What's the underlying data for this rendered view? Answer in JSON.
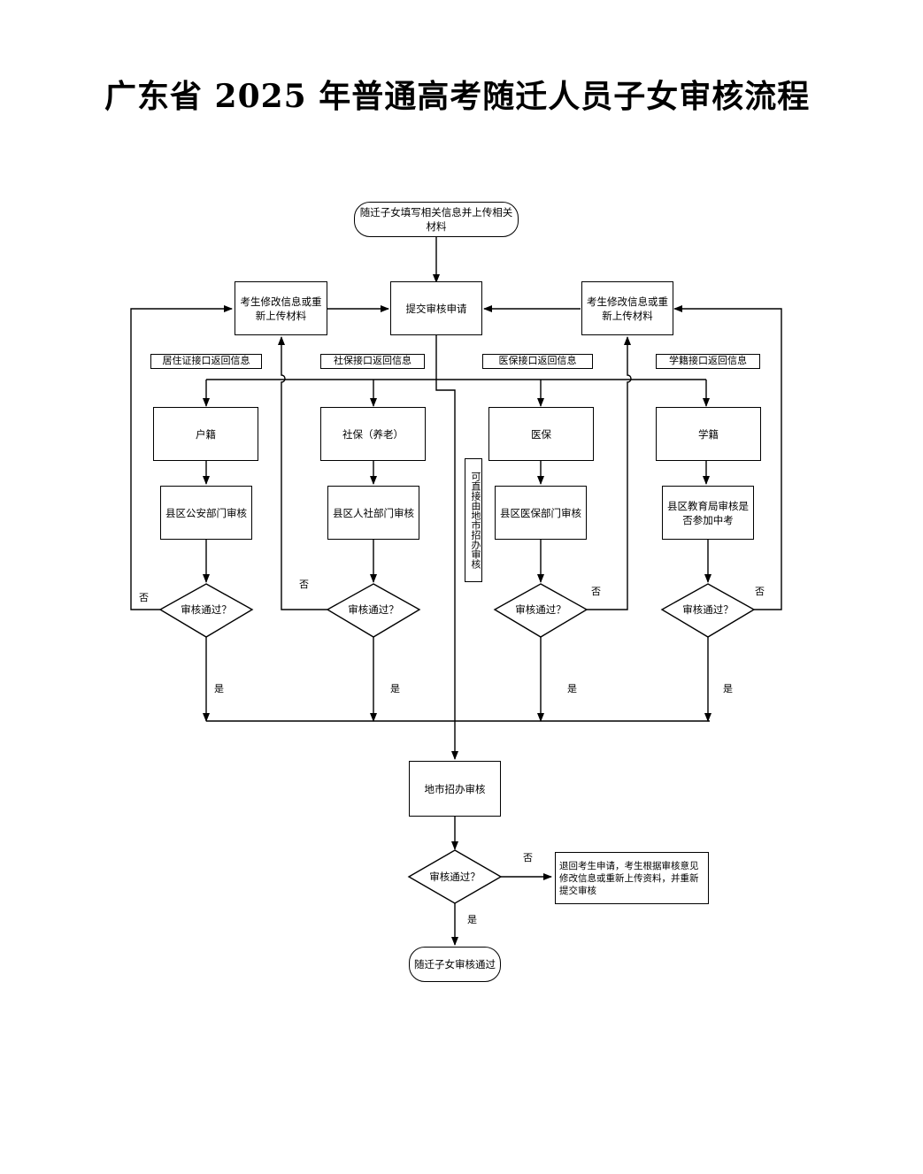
{
  "title": "广东省 2025 年普通高考随迁人员子女审核流程",
  "nodes": {
    "start": "随迁子女填写相关信息并上传相关材料",
    "submit": "提交审核申请",
    "modify_left": "考生修改信息或重新上传材料",
    "modify_right": "考生修改信息或重新上传材料",
    "hukou": "户籍",
    "shebao": "社保（养老）",
    "yibao": "医保",
    "xueji": "学籍",
    "review_police": "县区公安部门审核",
    "review_hr": "县区人社部门审核",
    "review_medical": "县区医保部门审核",
    "review_edu": "县区教育局审核是否参加中考",
    "city_review": "地市招办审核",
    "return_note": "退回考生申请，考生根据审核意见修改信息或重新上传资料，并重新提交审核",
    "end": "随迁子女审核通过"
  },
  "tags": {
    "residence_api": "居住证接口返回信息",
    "shebao_api": "社保接口返回信息",
    "yibao_api": "医保接口返回信息",
    "xueji_api": "学籍接口返回信息",
    "direct": "可直接由地市招办审核"
  },
  "decision": "审核通过？",
  "labels": {
    "yes": "是",
    "no": "否"
  }
}
